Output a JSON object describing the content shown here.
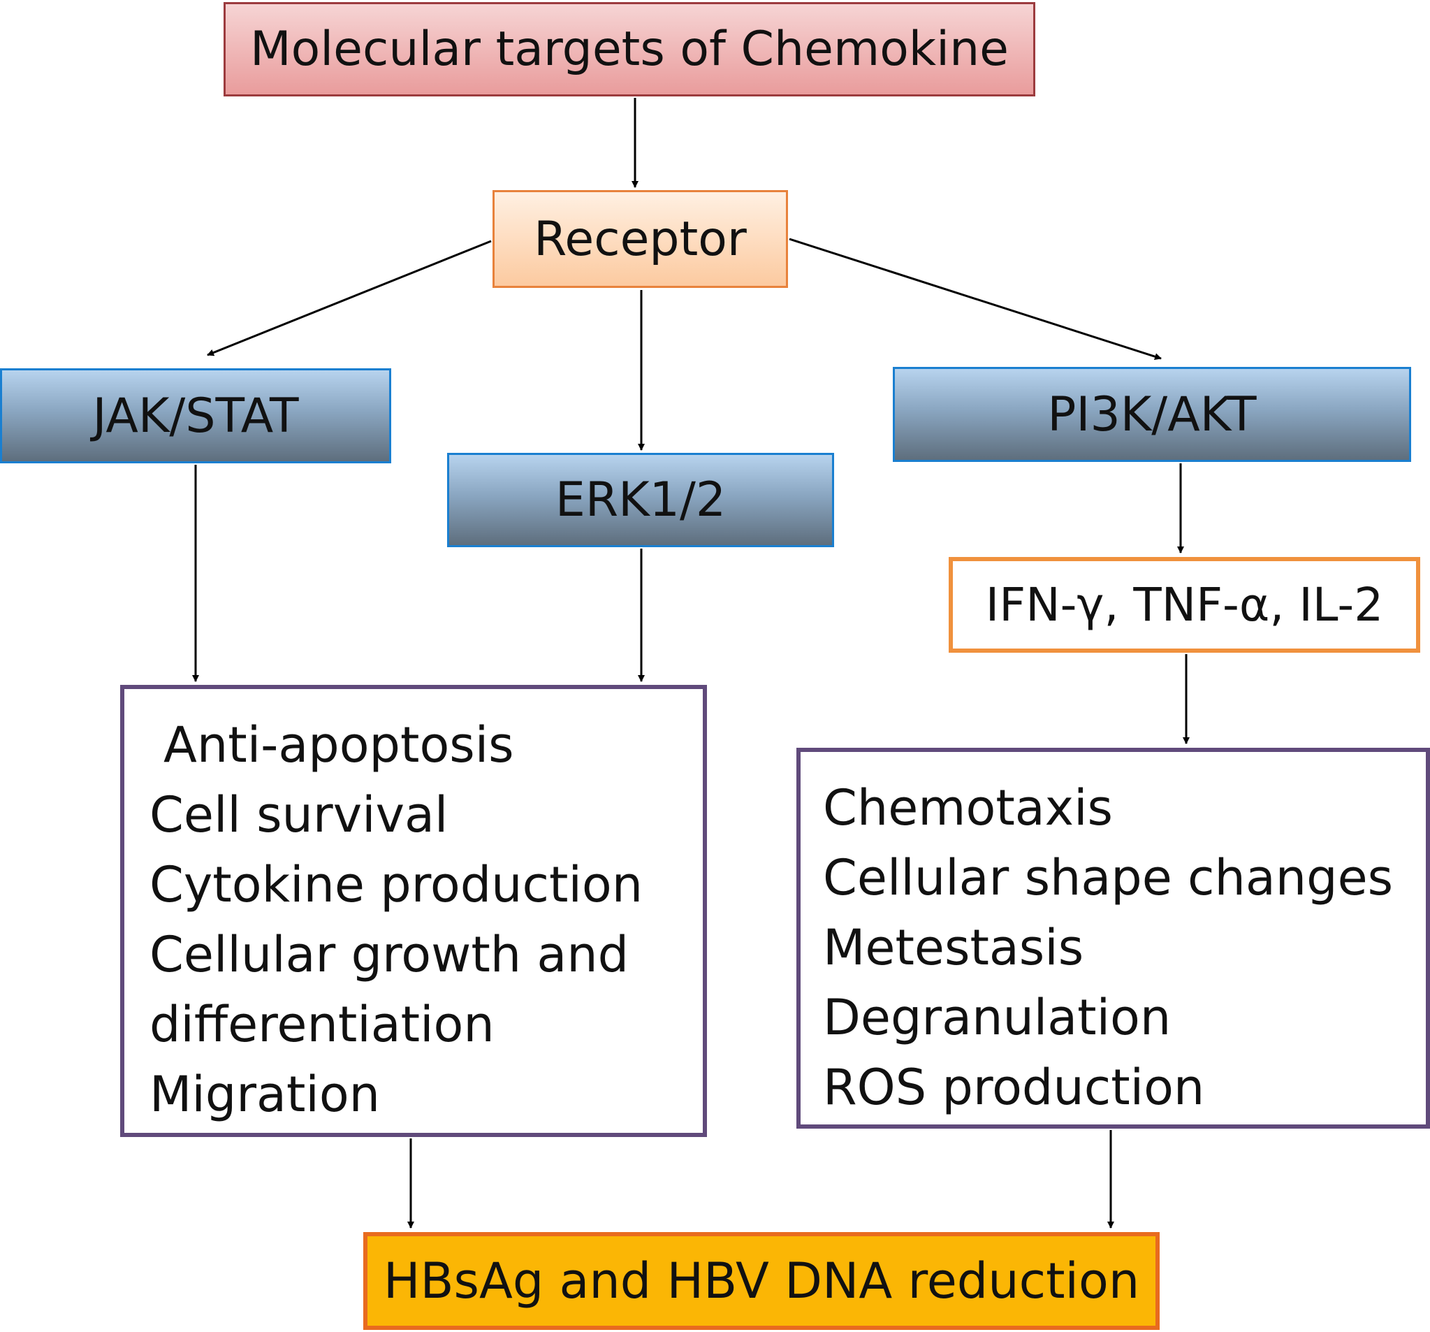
{
  "diagram": {
    "title": "Molecular targets of Chemokine",
    "receptor": "Receptor",
    "pathways": {
      "jak_stat": "JAK/STAT",
      "erk": "ERK1/2",
      "pi3k_akt": "PI3K/AKT"
    },
    "cytokines": "IFN-γ, TNF-α, IL-2",
    "left_effects": [
      "Anti-apoptosis",
      "Cell survival",
      "Cytokine production",
      "Cellular growth and",
      "differentiation",
      "Migration"
    ],
    "right_effects": [
      "Chemotaxis",
      "Cellular shape changes",
      "Metestasis",
      "Degranulation",
      "ROS production"
    ],
    "outcome": "HBsAg and HBV DNA reduction"
  },
  "colors": {
    "title_fill": "#f0b3b3",
    "title_border": "#9c3b3e",
    "receptor_fill": "#fde0c6",
    "receptor_border": "#e8823c",
    "pathway_border": "#1a7fd0",
    "cytokine_border": "#f0913d",
    "list_border": "#604a7b",
    "outcome_fill": "#fbb605",
    "outcome_border": "#e86b1f",
    "arrow": "#000000"
  }
}
